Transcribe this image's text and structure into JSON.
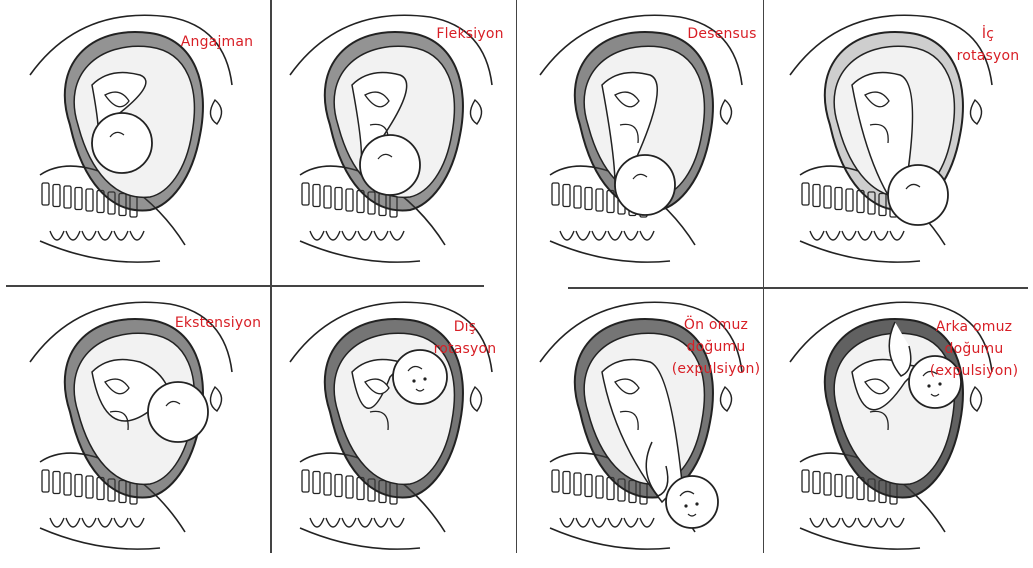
{
  "stages": [
    {
      "label": "Angajman"
    },
    {
      "label": "Fleksiyon"
    },
    {
      "label": "Desensus"
    },
    {
      "label": "İç\nrotasyon"
    },
    {
      "label": "Ekstensiyon"
    },
    {
      "label": "Dış\nrotasyon"
    },
    {
      "label": "Ön omuz\ndoğumu\n(expulsiyon)"
    },
    {
      "label": "Arka omuz\ndoğumu\n(expulsiyon)"
    }
  ],
  "colors": {
    "label": "#d81f26",
    "line": "#222222",
    "shade": "#3a3a3a",
    "fill": "#f2f2f2"
  }
}
